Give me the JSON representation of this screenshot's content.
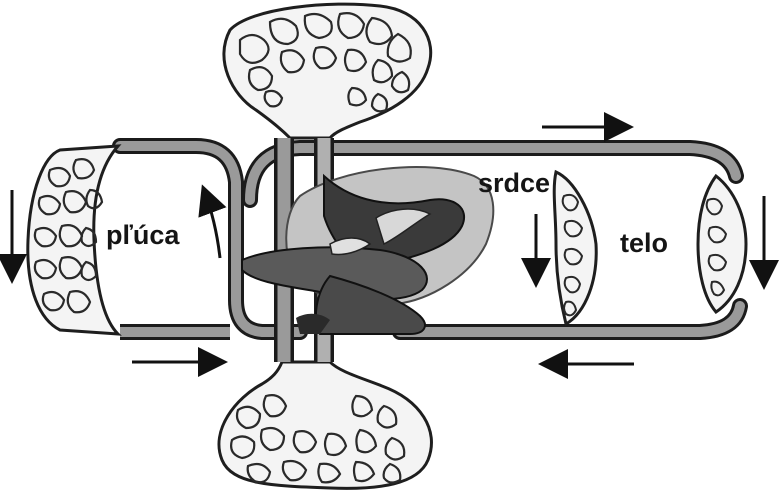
{
  "labels": {
    "lungs": "pľúca",
    "heart": "srdce",
    "body": "telo"
  },
  "colors": {
    "vessel": "#8a8a8a",
    "vessel_outline": "#1b1b1b",
    "heart_dark": "#3a3a3a",
    "heart_halo": "#bcbcbc",
    "capillary": "#222222",
    "arrow": "#111111"
  }
}
